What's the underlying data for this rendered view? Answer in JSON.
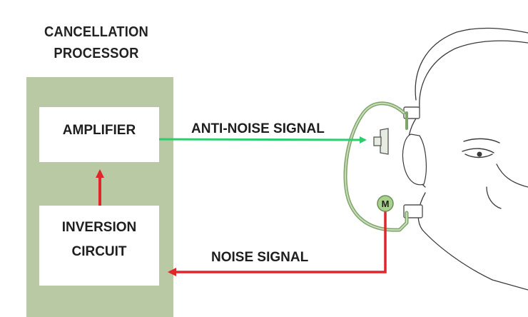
{
  "title_line1": "CANCELLATION",
  "title_line2": "PROCESSOR",
  "amplifier_label": "AMPLIFIER",
  "inversion_line1": "INVERSION",
  "inversion_line2": "CIRCUIT",
  "anti_noise_label": "ANTI-NOISE SIGNAL",
  "noise_label": "NOISE SIGNAL",
  "mic_label": "M",
  "colors": {
    "panel": "#b8c9a3",
    "anti_noise_arrow": "#2ecc71",
    "noise_arrow": "#e0262b",
    "earcup": "#7fa56b",
    "mic": "#a9d18e"
  }
}
